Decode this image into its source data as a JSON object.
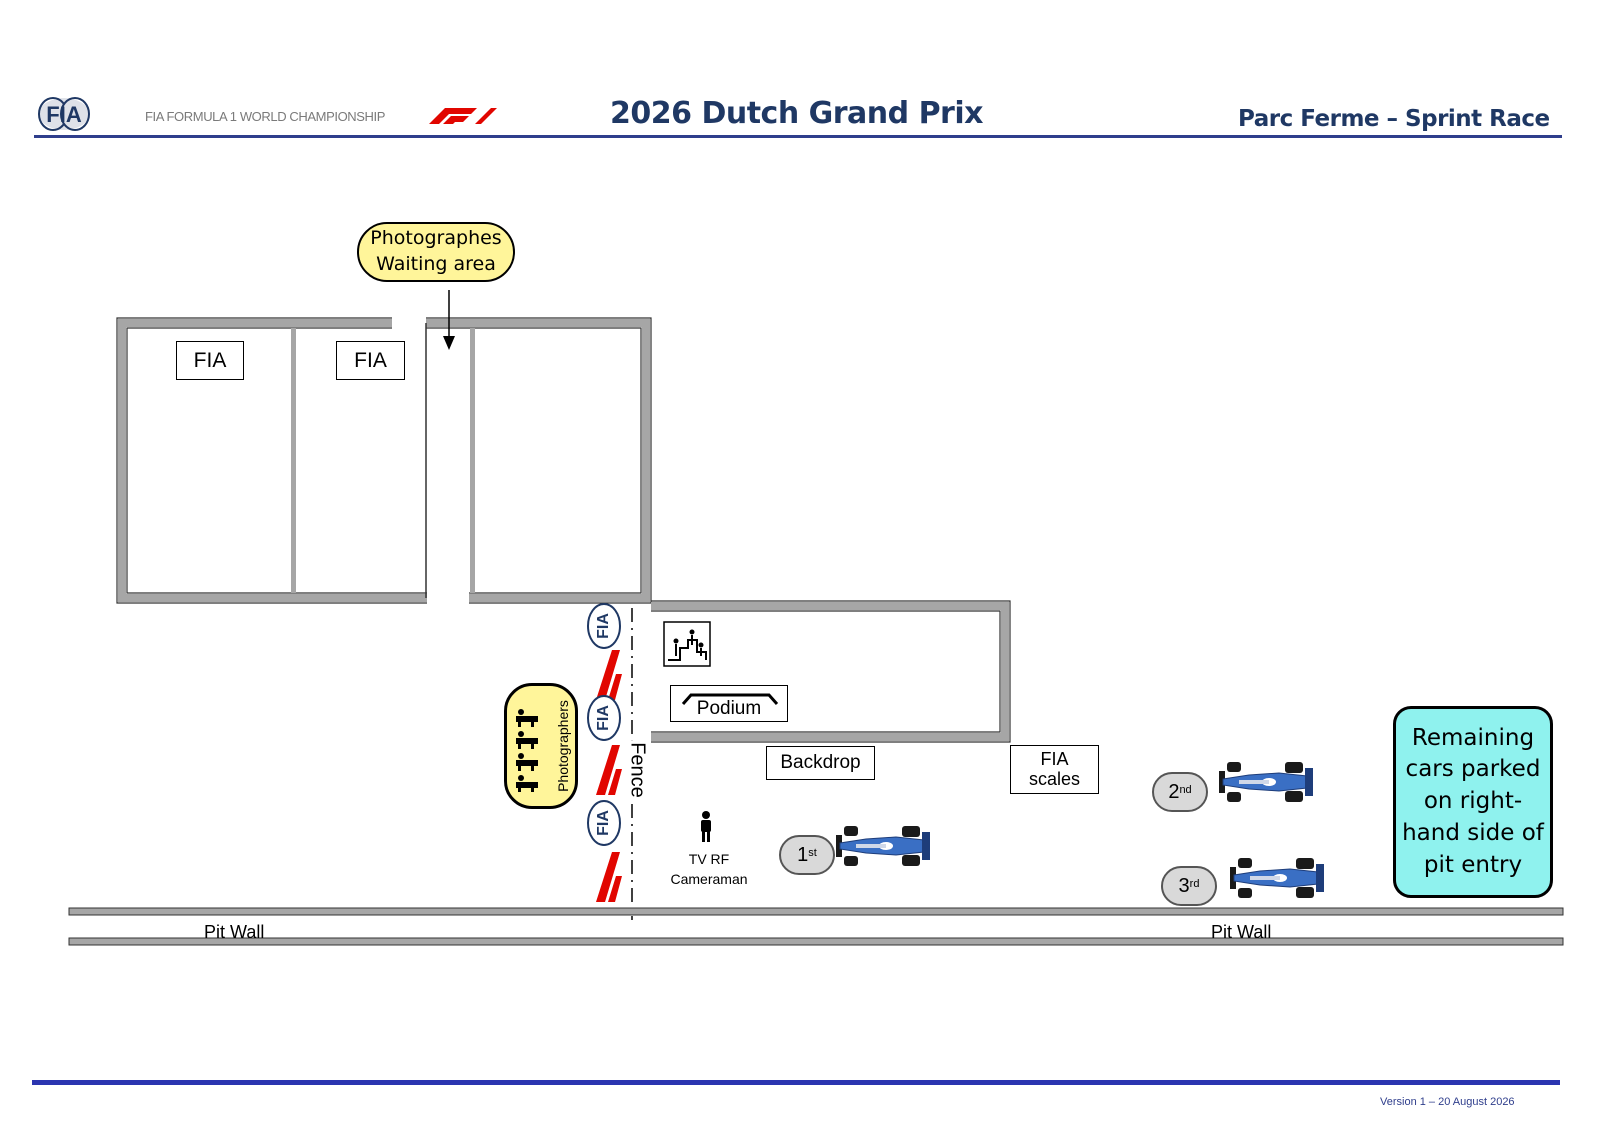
{
  "header": {
    "series": "FIA FORMULA 1 WORLD CHAMPIONSHIP",
    "title": "2026 Dutch Grand Prix",
    "subtitle": "Parc Ferme – Sprint Race",
    "fia_logo_text": "FIA",
    "colors": {
      "title": "#1f3864",
      "rule": "#2f3e8c",
      "f1_red": "#e10600"
    }
  },
  "diagram": {
    "waiting_area": {
      "line1": "Photographes",
      "line2": "Waiting area"
    },
    "garage_labels": [
      "FIA",
      "FIA"
    ],
    "podium_label": "Podium",
    "backdrop_label": "Backdrop",
    "scales": {
      "line1": "FIA",
      "line2": "scales"
    },
    "photographers_label": "Photographers",
    "fence_label": "Fence",
    "camera": {
      "line1": "TV RF",
      "line2": "Cameraman"
    },
    "positions": [
      {
        "num": "1",
        "suffix": "st"
      },
      {
        "num": "2",
        "suffix": "nd"
      },
      {
        "num": "3",
        "suffix": "rd"
      }
    ],
    "remaining_note": "Remaining cars parked on right-hand side of pit entry",
    "pit_wall_labels": [
      "Pit Wall",
      "Pit Wall"
    ],
    "colors": {
      "waiting_fill": "#fff59a",
      "remaining_fill": "#8ff2ee",
      "wall": "#a6a6a6",
      "car_blue": "#3a6fc4"
    },
    "icons": [
      "fia-logo-icon",
      "f1-logo-icon",
      "podium-steps-icon",
      "photographer-icon",
      "cameraman-icon",
      "race-car-icon"
    ]
  },
  "footer": {
    "version": "Version 1 – 20 August 2026"
  }
}
